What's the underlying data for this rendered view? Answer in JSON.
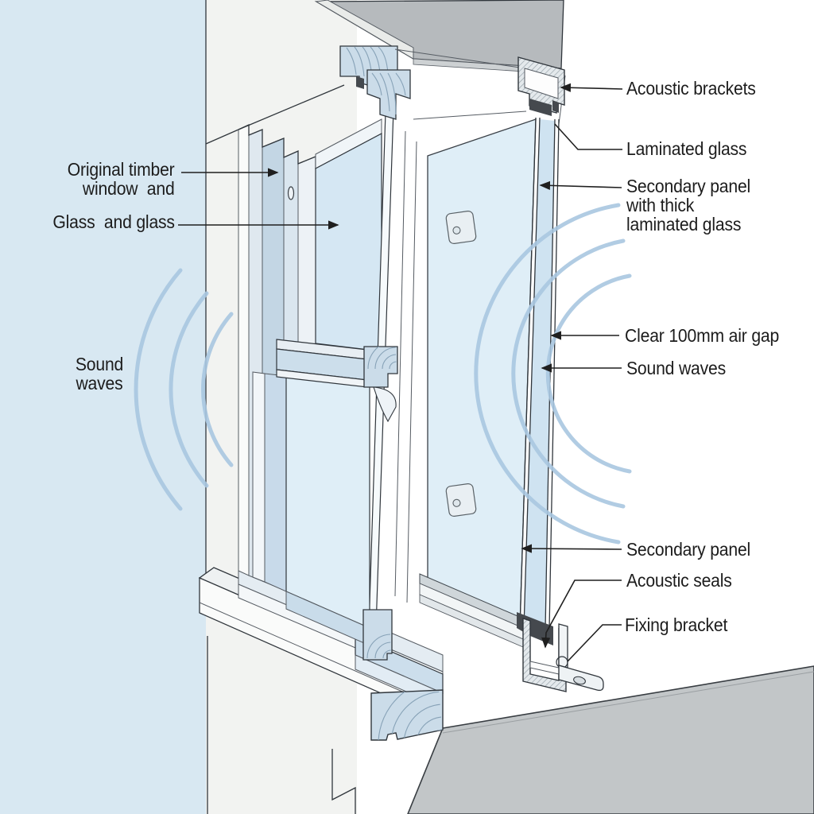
{
  "figure": {
    "type": "technical-cutaway-diagram",
    "subject": "Acoustic secondary glazing fitted behind an original timber sash window"
  },
  "labels": {
    "acoustic_brackets": "Acoustic brackets",
    "laminated_glass": "Laminated glass",
    "secondary_panel_thick": "Secondary panel\nwith thick\nlaminated glass",
    "clear_air_gap": "Clear 100mm air gap",
    "sound_waves_right": "Sound waves",
    "secondary_panel": "Secondary panel",
    "acoustic_seals": "Acoustic seals",
    "fixing_bracket": "Fixing bracket",
    "original_timber": "Original timber\nwindow  and",
    "glass_and_glass": "Glass  and glass",
    "sound_waves_left": "Sound\nwaves"
  },
  "colors": {
    "exterior_blue": "#d8e8f2",
    "wall_face": "#f2f3f1",
    "gray_panel": "#b6babd",
    "gray_floor": "#c2c6c8",
    "glass_light": "#d5e7f3",
    "glass_lighter": "#dfeef7",
    "frame_bluegray": "#c3d6e4",
    "timber": "#cbdce9",
    "wave_blue": "#a9c6e0",
    "ink": "#1c1c1c",
    "line_dark": "#30363c",
    "seal_dark": "#45494e",
    "aluminum": "#e4e9ec"
  }
}
